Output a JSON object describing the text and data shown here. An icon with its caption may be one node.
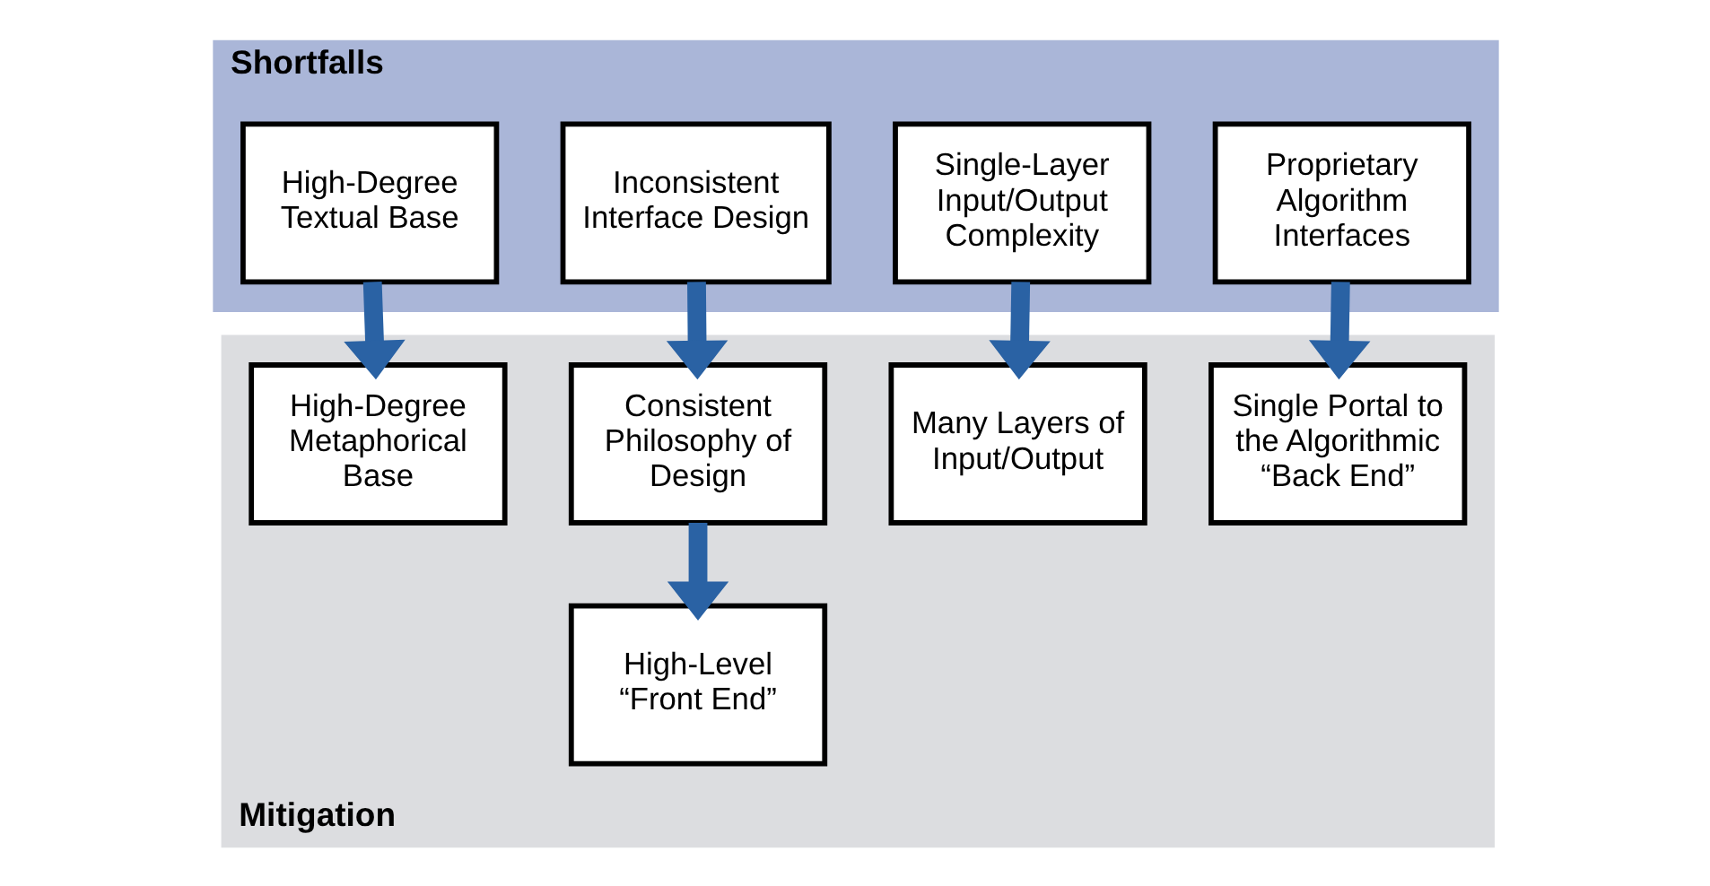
{
  "diagram": {
    "nodes": [
      {
        "text": [
          "Shortfalls"
        ]
      },
      {
        "text": [
          "Proprietary Algorithm Interfaces"
        ],
        "in": 0
      },
      {
        "text": [
          "Single-Layer Input/Output Complexity"
        ],
        "in": 0
      },
      {
        "text": [
          "Inconsistent Interface Design"
        ],
        "in": 0
      },
      {
        "text": [
          "High-Degree Textual Base"
        ],
        "in": 0
      },
      {
        "text": [
          "Mitigation"
        ]
      },
      {
        "text": [
          "Single Portal to the Algorithmic “Back End”"
        ],
        "in": 5
      },
      {
        "text": [
          "Many Layers of Input/Output"
        ],
        "in": 5
      },
      {
        "text": [
          "Consistent Philosophy of Design"
        ],
        "in": 5
      },
      {
        "text": [
          "High-Degree Metaphorical Base"
        ],
        "in": 5
      },
      {
        "text": [
          "High-Level “Front End”"
        ],
        "in": 5
      }
    ],
    "edges": [
      {
        "from": 1,
        "to": 6,
        "arrow": "to"
      },
      {
        "from": 2,
        "to": 7,
        "arrow": "to"
      },
      {
        "from": 3,
        "to": 8,
        "arrow": "to"
      },
      {
        "from": 4,
        "to": 9,
        "arrow": "to"
      },
      {
        "from": 8,
        "to": 10,
        "arrow": "to"
      }
    ]
  }
}
